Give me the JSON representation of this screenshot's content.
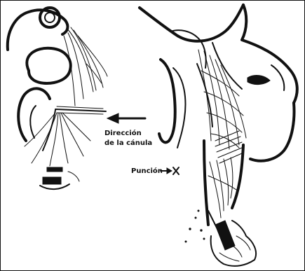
{
  "labels": {
    "direction_line1": "Dirección",
    "direction_line2": "de la cánula",
    "puncture": "Punción"
  },
  "colors": {
    "ink": "#111111",
    "paper": "#ffffff"
  }
}
